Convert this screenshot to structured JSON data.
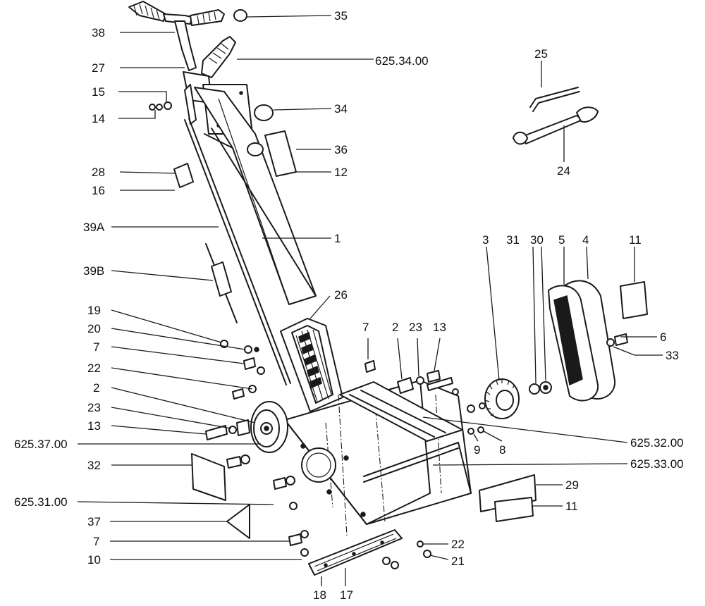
{
  "labels": [
    {
      "id": "35",
      "text": "35"
    },
    {
      "id": "38",
      "text": "38"
    },
    {
      "id": "625-34-00",
      "text": "625.34.00"
    },
    {
      "id": "27",
      "text": "27"
    },
    {
      "id": "15",
      "text": "15"
    },
    {
      "id": "14",
      "text": "14"
    },
    {
      "id": "34",
      "text": "34"
    },
    {
      "id": "36",
      "text": "36"
    },
    {
      "id": "12",
      "text": "12"
    },
    {
      "id": "28",
      "text": "28"
    },
    {
      "id": "16",
      "text": "16"
    },
    {
      "id": "39a",
      "text": "39A"
    },
    {
      "id": "1",
      "text": "1"
    },
    {
      "id": "39b",
      "text": "39B"
    },
    {
      "id": "26",
      "text": "26"
    },
    {
      "id": "19",
      "text": "19"
    },
    {
      "id": "20",
      "text": "20"
    },
    {
      "id": "7a",
      "text": "7"
    },
    {
      "id": "22a",
      "text": "22"
    },
    {
      "id": "2a",
      "text": "2"
    },
    {
      "id": "23a",
      "text": "23"
    },
    {
      "id": "13a",
      "text": "13"
    },
    {
      "id": "625-37-00",
      "text": "625.37.00"
    },
    {
      "id": "32",
      "text": "32"
    },
    {
      "id": "625-31-00",
      "text": "625.31.00"
    },
    {
      "id": "37",
      "text": "37"
    },
    {
      "id": "7b",
      "text": "7"
    },
    {
      "id": "10",
      "text": "10"
    },
    {
      "id": "18",
      "text": "18"
    },
    {
      "id": "17",
      "text": "17"
    },
    {
      "id": "22b",
      "text": "22"
    },
    {
      "id": "21",
      "text": "21"
    },
    {
      "id": "7c",
      "text": "7"
    },
    {
      "id": "2b",
      "text": "2"
    },
    {
      "id": "23b",
      "text": "23"
    },
    {
      "id": "13b",
      "text": "13"
    },
    {
      "id": "3",
      "text": "3"
    },
    {
      "id": "31",
      "text": "31"
    },
    {
      "id": "30",
      "text": "30"
    },
    {
      "id": "5",
      "text": "5"
    },
    {
      "id": "4",
      "text": "4"
    },
    {
      "id": "11a",
      "text": "11"
    },
    {
      "id": "6",
      "text": "6"
    },
    {
      "id": "33",
      "text": "33"
    },
    {
      "id": "9",
      "text": "9"
    },
    {
      "id": "8",
      "text": "8"
    },
    {
      "id": "625-32-00",
      "text": "625.32.00"
    },
    {
      "id": "625-33-00",
      "text": "625.33.00"
    },
    {
      "id": "29",
      "text": "29"
    },
    {
      "id": "11b",
      "text": "11"
    },
    {
      "id": "25",
      "text": "25"
    },
    {
      "id": "24",
      "text": "24"
    }
  ]
}
